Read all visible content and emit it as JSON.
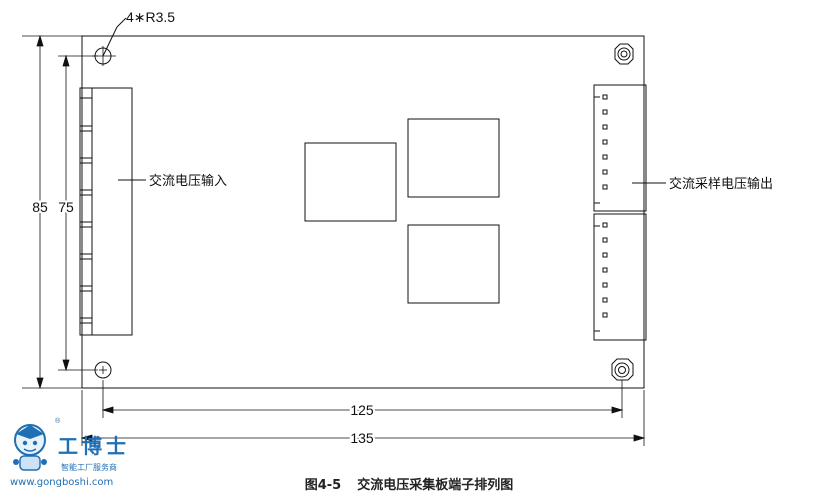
{
  "diagram": {
    "radius_label": "4∗R3.5",
    "dim_85": "85",
    "dim_75": "75",
    "dim_125": "125",
    "dim_135": "135",
    "input_label": "交流电压输入",
    "output_label": "交流采样电压输出"
  },
  "caption": {
    "number": "图4-5",
    "text": "交流电压采集板端子排列图"
  },
  "watermark": {
    "name": "工博士",
    "subtitle": "智能工厂服务商",
    "url": "www.gongboshi.com",
    "registered": "®"
  }
}
